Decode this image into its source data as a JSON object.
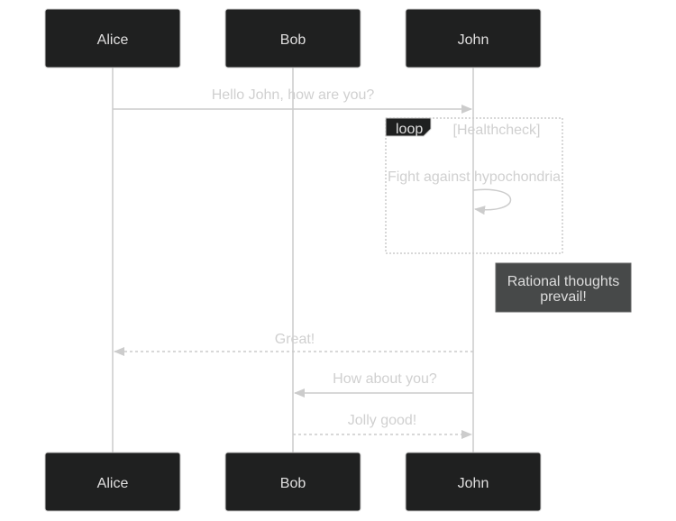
{
  "participants": [
    "Alice",
    "Bob",
    "John"
  ],
  "messages": {
    "m1": "Hello John, how are you?",
    "m2": "Fight against hypochondria",
    "m3": "Great!",
    "m4": "How about you?",
    "m5": "Jolly good!"
  },
  "loop": {
    "label": "loop",
    "condition": "[Healthcheck]"
  },
  "note": {
    "line1": "Rational thoughts",
    "line2": "prevail!"
  },
  "colors": {
    "actor_fill": "#1f2020",
    "line": "#cccccc",
    "text": "#d0d0d0",
    "note_fill": "#474949"
  }
}
